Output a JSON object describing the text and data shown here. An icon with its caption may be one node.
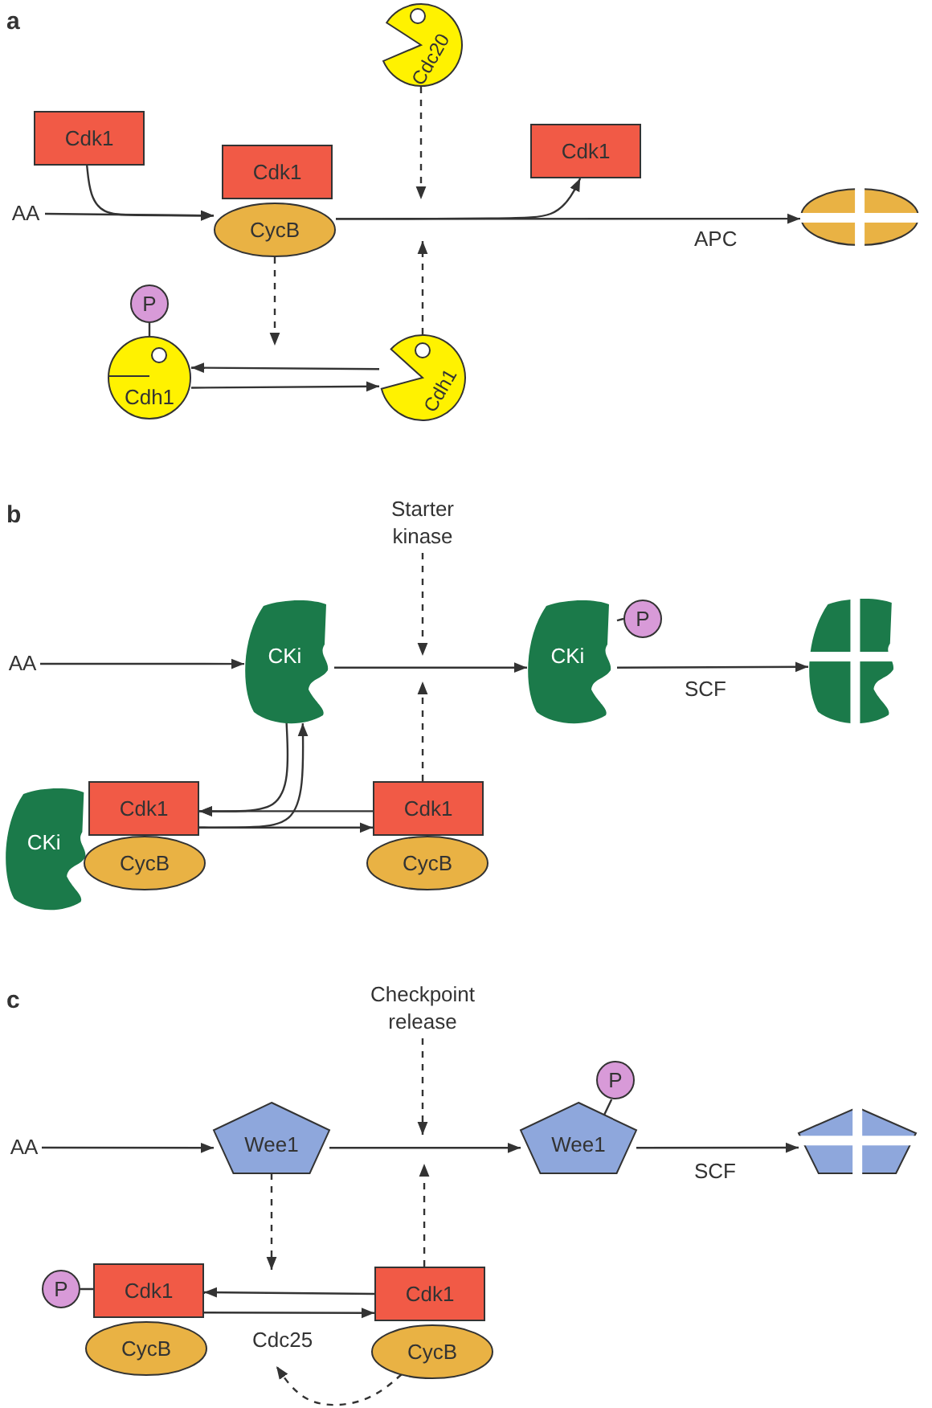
{
  "diagram": {
    "nodes": [
      {
        "text": [
          "Cdc20"
        ]
      },
      {
        "text": [
          "Cdk1"
        ]
      },
      {
        "text": [
          "AA"
        ]
      },
      {
        "text": [
          "Cdk1"
        ]
      },
      {
        "text": [
          "CycB"
        ]
      },
      {
        "text": [
          "Cdk1"
        ]
      },
      {
        "text": [],
        "shape": "ellipse"
      },
      {
        "text": [
          "P"
        ]
      },
      {
        "text": [
          "Cdh1"
        ]
      },
      {
        "text": [
          "Cdh1"
        ]
      },
      {
        "text": [
          "Starter kinase"
        ]
      },
      {
        "text": [
          "AA"
        ]
      },
      {
        "text": [
          "CKi"
        ]
      },
      {
        "text": [
          "CKi"
        ]
      },
      {
        "text": [
          "P"
        ]
      },
      {
        "text": [],
        "shape": "blob"
      },
      {
        "text": [
          "CKi"
        ]
      },
      {
        "text": [
          "Cdk1"
        ]
      },
      {
        "text": [
          "Cdk1"
        ]
      },
      {
        "text": [
          "CycB"
        ]
      },
      {
        "text": [
          "CycB"
        ]
      },
      {
        "text": [
          "Checkpoint release"
        ]
      },
      {
        "text": [
          "P"
        ]
      },
      {
        "text": [
          "AA"
        ]
      },
      {
        "text": [
          "Wee1"
        ]
      },
      {
        "text": [
          "Wee1"
        ]
      },
      {
        "text": [],
        "shape": "pentagon"
      },
      {
        "text": [
          "P"
        ]
      },
      {
        "text": [
          "Cdk1"
        ]
      },
      {
        "text": [
          "Cdk1"
        ]
      },
      {
        "text": [
          "CycB"
        ]
      },
      {
        "text": [
          "CycB"
        ]
      }
    ],
    "edges": [
      {
        "from": 1,
        "to": 4,
        "arrow": "to"
      },
      {
        "from": 2,
        "to": 4,
        "arrow": "to"
      },
      {
        "from": 4,
        "to": 6,
        "arrow": "to",
        "label": "APC"
      },
      {
        "from": 4,
        "to": 5,
        "arrow": "to"
      },
      {
        "from": 0,
        "to": null,
        "arrow": "to",
        "style": "dashed"
      },
      {
        "from": 9,
        "to": null,
        "arrow": "to",
        "style": "dashed"
      },
      {
        "from": 4,
        "to": null,
        "arrow": "to",
        "style": "dashed"
      },
      {
        "from": 9,
        "to": 8,
        "arrow": "to"
      },
      {
        "from": 8,
        "to": 9,
        "arrow": "to"
      },
      {
        "from": 7,
        "to": 8,
        "arrow": "none"
      },
      {
        "from": 10,
        "to": null,
        "arrow": "to",
        "style": "dashed"
      },
      {
        "from": 11,
        "to": 12,
        "arrow": "to"
      },
      {
        "from": 12,
        "to": 13,
        "arrow": "to"
      },
      {
        "from": 13,
        "to": 15,
        "arrow": "to",
        "label": "SCF"
      },
      {
        "from": 14,
        "to": 13,
        "arrow": "none"
      },
      {
        "from": 18,
        "to": null,
        "arrow": "to",
        "style": "dashed"
      },
      {
        "from": 18,
        "to": 17,
        "arrow": "to"
      },
      {
        "from": 12,
        "to": 17,
        "arrow": "to"
      },
      {
        "from": 17,
        "to": 18,
        "arrow": "to"
      },
      {
        "from": 17,
        "to": 12,
        "arrow": "to"
      },
      {
        "from": 21,
        "to": null,
        "arrow": "to",
        "style": "dashed"
      },
      {
        "from": 23,
        "to": 24,
        "arrow": "to"
      },
      {
        "from": 24,
        "to": 25,
        "arrow": "to"
      },
      {
        "from": 25,
        "to": 26,
        "arrow": "to",
        "label": "SCF"
      },
      {
        "from": 22,
        "to": 25,
        "arrow": "none"
      },
      {
        "from": 24,
        "to": null,
        "arrow": "to",
        "style": "dashed"
      },
      {
        "from": 29,
        "to": null,
        "arrow": "to",
        "style": "dashed"
      },
      {
        "from": 29,
        "to": 28,
        "arrow": "to"
      },
      {
        "from": 28,
        "to": 29,
        "arrow": "to",
        "label": "Cdc25"
      },
      {
        "from": 31,
        "to": null,
        "arrow": "to",
        "style": "dashed"
      },
      {
        "from": 27,
        "to": 28,
        "arrow": "none"
      }
    ],
    "labels": [
      "a",
      "b",
      "c"
    ]
  }
}
